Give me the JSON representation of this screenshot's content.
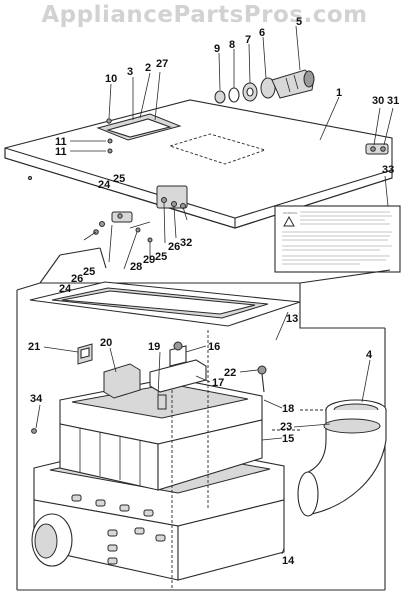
{
  "watermark": "AppliancePartsPros.com",
  "labels": [
    "1",
    "2",
    "3",
    "4",
    "5",
    "6",
    "7",
    "8",
    "9",
    "10",
    "11",
    "11",
    "13",
    "14",
    "15",
    "16",
    "17",
    "18",
    "19",
    "20",
    "21",
    "22",
    "23",
    "24",
    "24",
    "25",
    "25",
    "25",
    "26",
    "26",
    "27",
    "28",
    "29",
    "30",
    "31",
    "32",
    "33",
    "34"
  ],
  "warning_label": {
    "icon": "warning-triangle-icon"
  },
  "colors": {
    "line": "#2a2a2a",
    "watermark": "#d2d2d2",
    "shade": "#d8d8d8"
  }
}
